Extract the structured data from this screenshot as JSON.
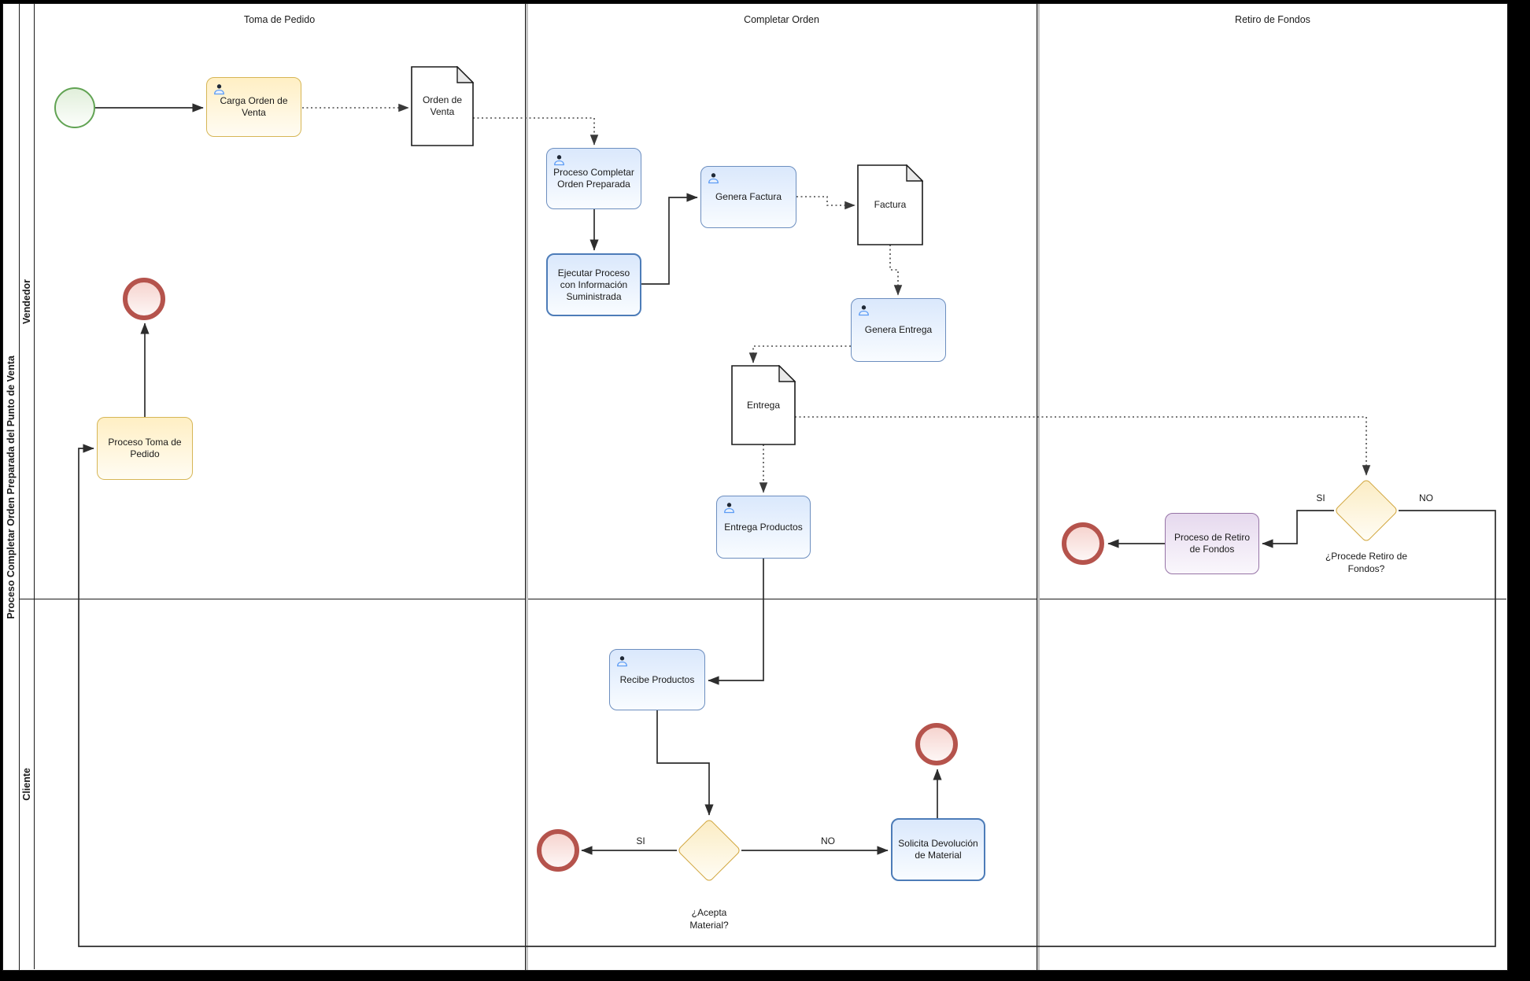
{
  "pool": {
    "title": "Proceso Completar Orden Preparada del Punto de Venta"
  },
  "lanes": {
    "vendedor": "Vendedor",
    "cliente": "Cliente"
  },
  "phases": {
    "p1": "Toma de Pedido",
    "p2": "Completar Orden",
    "p3": "Retiro de Fondos"
  },
  "tasks": {
    "carga": {
      "label": "Carga Orden de Venta"
    },
    "proceso_completar": {
      "label": "Proceso Completar Orden Preparada"
    },
    "ejecutar": {
      "label": "Ejecutar Proceso con Información Suministrada"
    },
    "genera_factura": {
      "label": "Genera Factura"
    },
    "genera_entrega": {
      "label": "Genera Entrega"
    },
    "entrega_productos": {
      "label": "Entrega Productos"
    },
    "recibe_productos": {
      "label": "Recibe Productos"
    },
    "solicita_devolucion": {
      "label": "Solicita Devolución de Material"
    },
    "proceso_retiro": {
      "label": "Proceso de Retiro de Fondos"
    },
    "proceso_toma": {
      "label": "Proceso Toma de Pedido"
    }
  },
  "documents": {
    "orden_venta": {
      "label": "Orden de Venta"
    },
    "factura": {
      "label": "Factura"
    },
    "entrega": {
      "label": "Entrega"
    }
  },
  "gateways": {
    "acepta": {
      "label": "¿Acepta Material?",
      "yes": "SI",
      "no": "NO"
    },
    "procede": {
      "label": "¿Procede Retiro de Fondos?",
      "yes": "SI",
      "no": "NO"
    }
  },
  "colors": {
    "canvas-bg": "#000000",
    "pool-bg": "#ffffff",
    "task-blue-border": "#6c8ebf",
    "task-blue-top": "#dae8fc",
    "task-yellow-border": "#d6b656",
    "task-yellow-top": "#ffefc4",
    "task-purple-border": "#9673a6",
    "task-purple-top": "#e6d9ee",
    "gw-border": "#d2a73f",
    "gw-top": "#fbecc3",
    "start-border": "#61a353",
    "end-ring": "#b5534c",
    "line": "#2d2d2d"
  }
}
